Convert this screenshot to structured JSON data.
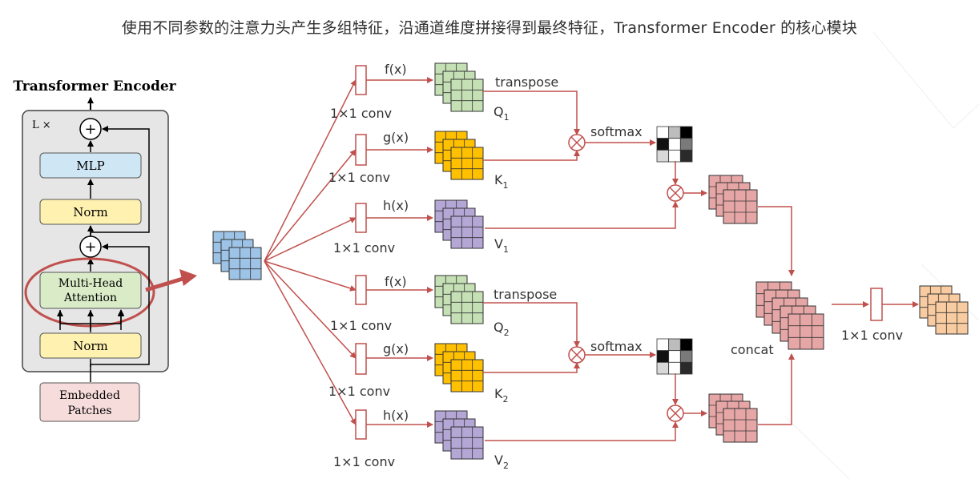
{
  "caption": "使用不同参数的注意力头产生多组特征，沿通道维度拼接得到最终特征，Transformer Encoder 的核心模块",
  "encoder": {
    "title": "Transformer Encoder",
    "repeat": "L ×",
    "mlp": "MLP",
    "norm_top": "Norm",
    "attention_line1": "Multi-Head",
    "attention_line2": "Attention",
    "norm_bottom": "Norm",
    "embedded_line1": "Embedded",
    "embedded_line2": "Patches",
    "plus": "+"
  },
  "head1": {
    "f": "f(x)",
    "g": "g(x)",
    "h": "h(x)",
    "conv_f": "1×1 conv",
    "conv_g": "1×1 conv",
    "conv_h": "1×1 conv",
    "transpose": "transpose",
    "softmax": "softmax",
    "q": "Q",
    "q_sub": "1",
    "k": "K",
    "k_sub": "1",
    "v": "V",
    "v_sub": "1"
  },
  "head2": {
    "f": "f(x)",
    "g": "g(x)",
    "h": "h(x)",
    "conv_f": "1×1 conv",
    "conv_g": "1×1 conv",
    "conv_h": "1×1 conv",
    "transpose": "transpose",
    "softmax": "softmax",
    "q": "Q",
    "q_sub": "2",
    "k": "K",
    "k_sub": "2",
    "v": "V",
    "v_sub": "2"
  },
  "output": {
    "concat": "concat",
    "conv": "1×1 conv",
    "times": "⊗"
  },
  "colors": {
    "arrow": "#c0504d",
    "input": "#9dc3e6",
    "query": "#c5e0b4",
    "key": "#ffc000",
    "value": "#b4a7d6",
    "attn_out": "#e6a6a6",
    "final": "#f8cba0",
    "mlp": "#cfe7f5",
    "norm": "#fff2b0",
    "attention": "#d9ebc7",
    "embed": "#f7dcdc"
  },
  "icons": [
    "plus-icon",
    "multiply-icon",
    "arrow-icon",
    "feature-map-icon",
    "attention-matrix-icon"
  ]
}
